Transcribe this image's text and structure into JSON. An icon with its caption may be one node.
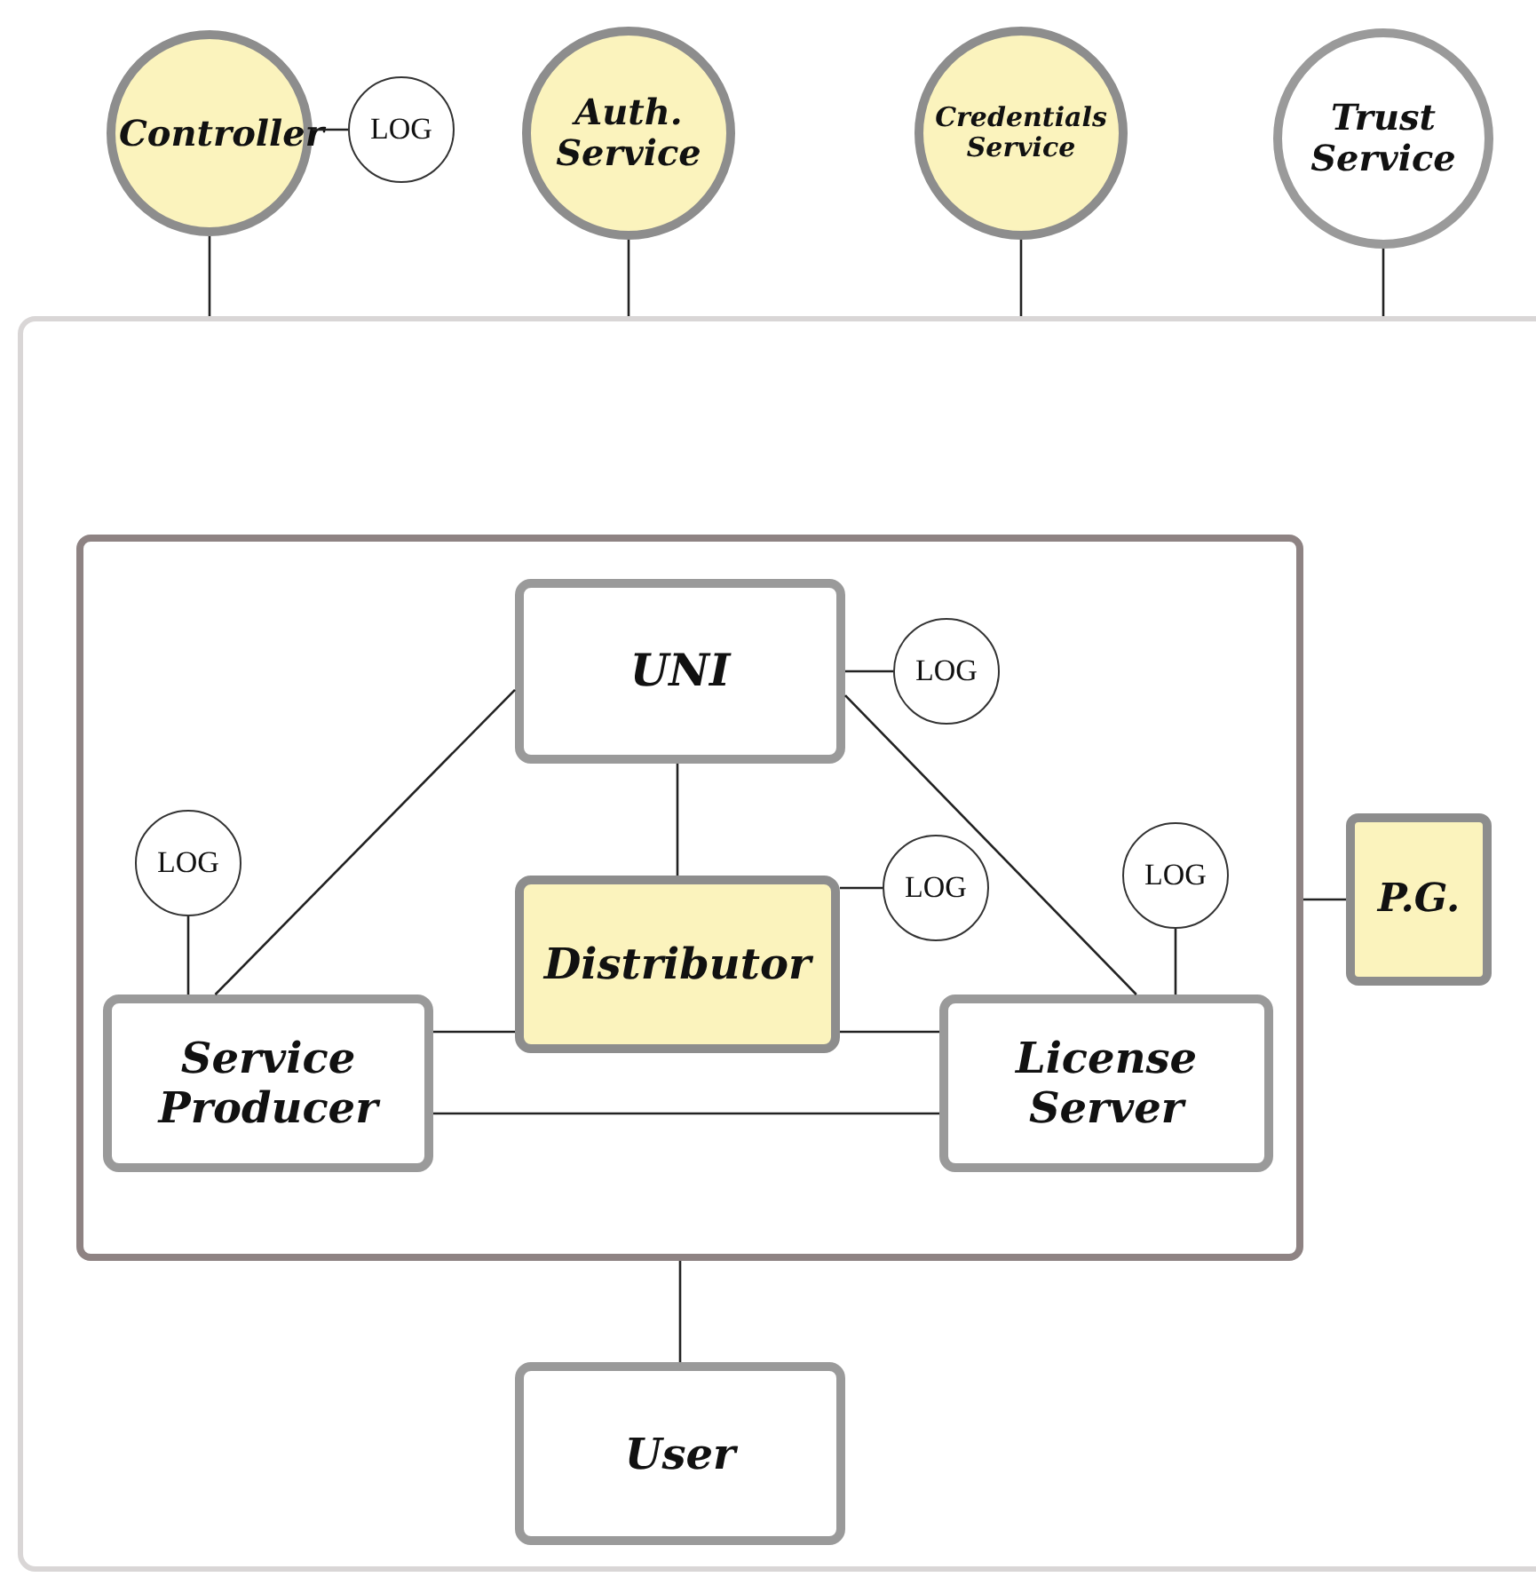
{
  "diagram": {
    "nodes": [
      {
        "text": [
          "Controller"
        ]
      },
      {
        "text": [
          "LOG"
        ]
      },
      {
        "text": [
          "Auth. Service"
        ]
      },
      {
        "text": [
          "Credentials Service"
        ]
      },
      {
        "text": [
          "Trust Service"
        ]
      },
      {
        "text": [],
        "shape": "box"
      },
      {
        "text": [],
        "shape": "box",
        "in": 5
      },
      {
        "text": [
          "UNI"
        ],
        "in": 6
      },
      {
        "text": [
          "LOG"
        ],
        "in": 6
      },
      {
        "text": [
          "LOG"
        ],
        "in": 6
      },
      {
        "text": [
          "Distributor"
        ],
        "in": 6
      },
      {
        "text": [
          "LOG"
        ],
        "in": 6
      },
      {
        "text": [
          "LOG"
        ],
        "in": 6
      },
      {
        "text": [
          "Service Producer"
        ],
        "in": 6
      },
      {
        "text": [
          "License Server"
        ],
        "in": 6
      },
      {
        "text": [
          "P.G."
        ],
        "in": 5
      },
      {
        "text": [
          "User"
        ],
        "in": 5
      }
    ],
    "edges": [
      {
        "from": 0,
        "to": 1,
        "arrow": "none"
      },
      {
        "from": 0,
        "to": 5,
        "arrow": "none"
      },
      {
        "from": 2,
        "to": 5,
        "arrow": "none"
      },
      {
        "from": 3,
        "to": 5,
        "arrow": "none"
      },
      {
        "from": 4,
        "to": 5,
        "arrow": "none"
      },
      {
        "from": 7,
        "to": 8,
        "arrow": "none"
      },
      {
        "from": 7,
        "to": 10,
        "arrow": "none"
      },
      {
        "from": 7,
        "to": 13,
        "arrow": "none"
      },
      {
        "from": 7,
        "to": 14,
        "arrow": "none"
      },
      {
        "from": 9,
        "to": 13,
        "arrow": "none"
      },
      {
        "from": 10,
        "to": 11,
        "arrow": "none"
      },
      {
        "from": 12,
        "to": 14,
        "arrow": "none"
      },
      {
        "from": 13,
        "to": 10,
        "arrow": "none"
      },
      {
        "from": 10,
        "to": 14,
        "arrow": "none"
      },
      {
        "from": 13,
        "to": 14,
        "arrow": "none"
      },
      {
        "from": 6,
        "to": 15,
        "arrow": "none"
      },
      {
        "from": 6,
        "to": 16,
        "arrow": "none"
      }
    ]
  }
}
